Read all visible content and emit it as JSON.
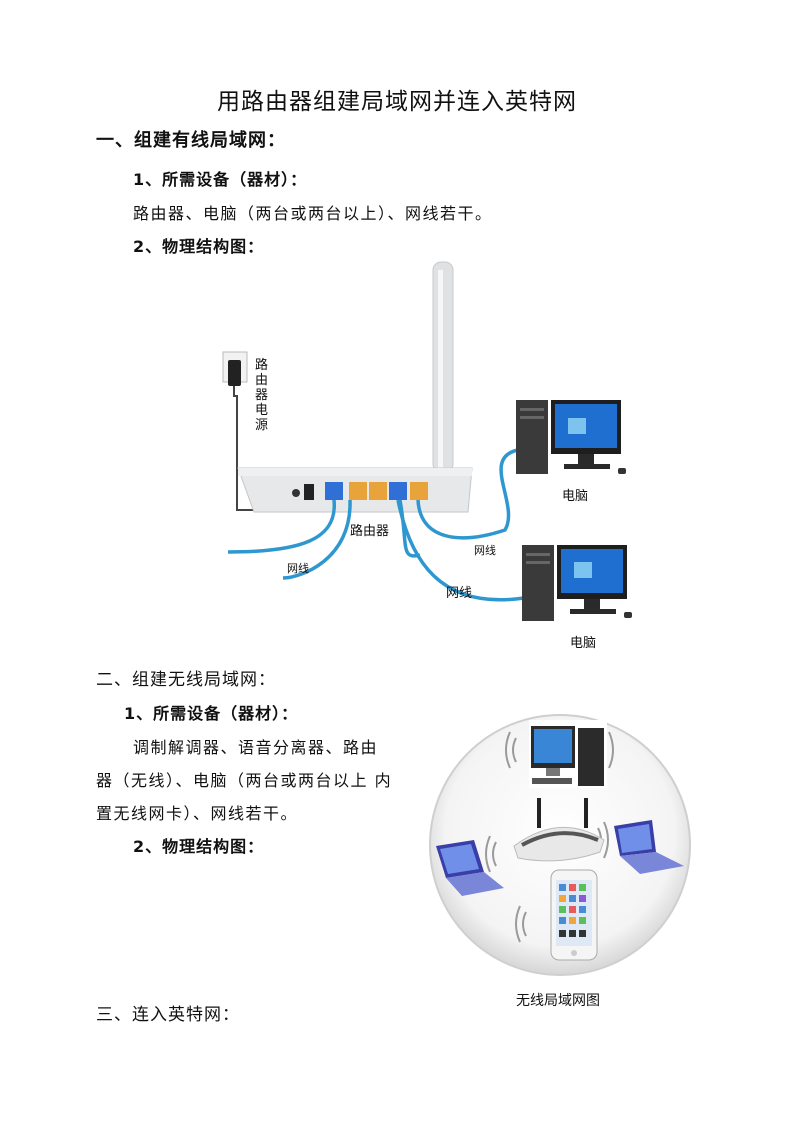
{
  "doc": {
    "title": "用路由器组建局域网并连入英特网",
    "section1": {
      "heading": "一、组建有线局域网：",
      "sub1": "1、所需设备（器材）：",
      "equipment": "路由器、电脑（两台或两台以上）、网线若干。",
      "sub2": "2、物理结构图："
    },
    "section2": {
      "heading": "二、组建无线局域网：",
      "sub1": "1、所需设备（器材）：",
      "equipment_lines": [
        "调制解调器、语音分离器、路由",
        "器（无线）、电脑（两台或两台以上 内",
        "置无线网卡）、网线若干。"
      ],
      "sub2": "2、物理结构图："
    },
    "section3": {
      "heading": "三、连入英特网："
    }
  },
  "wired_diagram": {
    "power_label": "路由器电源",
    "router_label": "路由器",
    "cable_labels": [
      "网线",
      "网线",
      "网线"
    ],
    "computer_labels": [
      "电脑",
      "电脑"
    ]
  },
  "wireless_diagram": {
    "caption": "无线局域网图"
  },
  "colors": {
    "cable": "#2f97d0",
    "router": "#e4e6e8",
    "port_lan": "#e8a33a",
    "port_wan": "#2f6fd6"
  }
}
